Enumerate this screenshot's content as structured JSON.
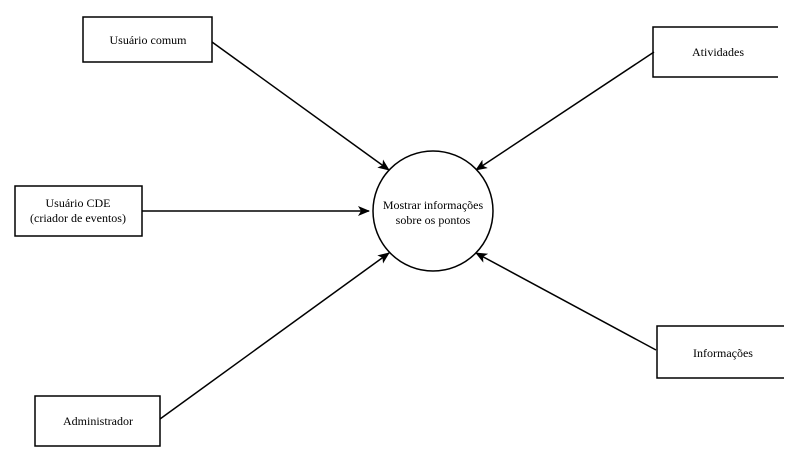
{
  "diagram": {
    "type": "data-flow-diagram",
    "process": {
      "line1": "Mostrar informações",
      "line2": "sobre os pontos"
    },
    "external_entities": [
      {
        "id": "usuario-comum",
        "label": "Usuário comum"
      },
      {
        "id": "usuario-cde",
        "line1": "Usuário CDE",
        "line2": "(criador de eventos)"
      },
      {
        "id": "administrador",
        "label": "Administrador"
      }
    ],
    "data_stores": [
      {
        "id": "atividades",
        "label": "Atividades"
      },
      {
        "id": "informacoes",
        "label": "Informações"
      }
    ],
    "flows": [
      {
        "from": "usuario-comum",
        "to": "process"
      },
      {
        "from": "usuario-cde",
        "to": "process"
      },
      {
        "from": "administrador",
        "to": "process"
      },
      {
        "from": "atividades",
        "to": "process"
      },
      {
        "from": "informacoes",
        "to": "process"
      }
    ]
  }
}
